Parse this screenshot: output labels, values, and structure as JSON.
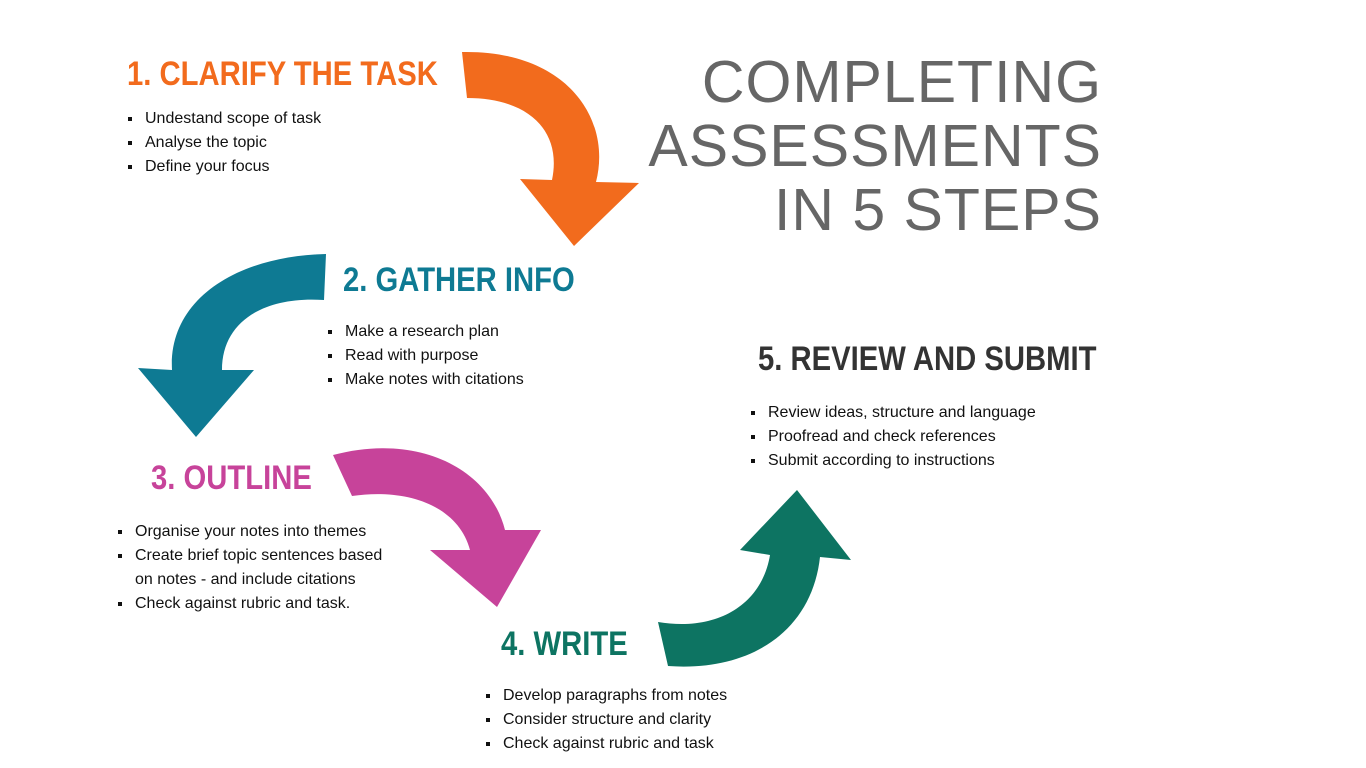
{
  "title": {
    "lines": [
      "COMPLETING",
      "ASSESSMENTS",
      "IN 5 STEPS"
    ]
  },
  "steps": [
    {
      "heading": "1. CLARIFY THE TASK",
      "color": "#f26b1d",
      "bullets": [
        "Undestand scope of task",
        "Analyse the topic",
        "Define your focus"
      ]
    },
    {
      "heading": "2. GATHER INFO",
      "color": "#0e7a93",
      "bullets": [
        "Make a research plan",
        "Read with purpose",
        "Make notes with citations"
      ]
    },
    {
      "heading": "3. OUTLINE",
      "color": "#c7439a",
      "bullets": [
        "Organise your notes into themes",
        "Create brief topic sentences based",
        "on notes - and include citations",
        "Check against rubric and task."
      ]
    },
    {
      "heading": "4. WRITE",
      "color": "#0d7462",
      "bullets": [
        "Develop paragraphs from notes",
        "Consider structure and clarity",
        "Check against rubric and task"
      ]
    },
    {
      "heading": "5. REVIEW AND SUBMIT",
      "color": "#333333",
      "bullets": [
        "Review ideas, structure and language",
        "Proofread and check references",
        "Submit according to instructions"
      ]
    }
  ]
}
